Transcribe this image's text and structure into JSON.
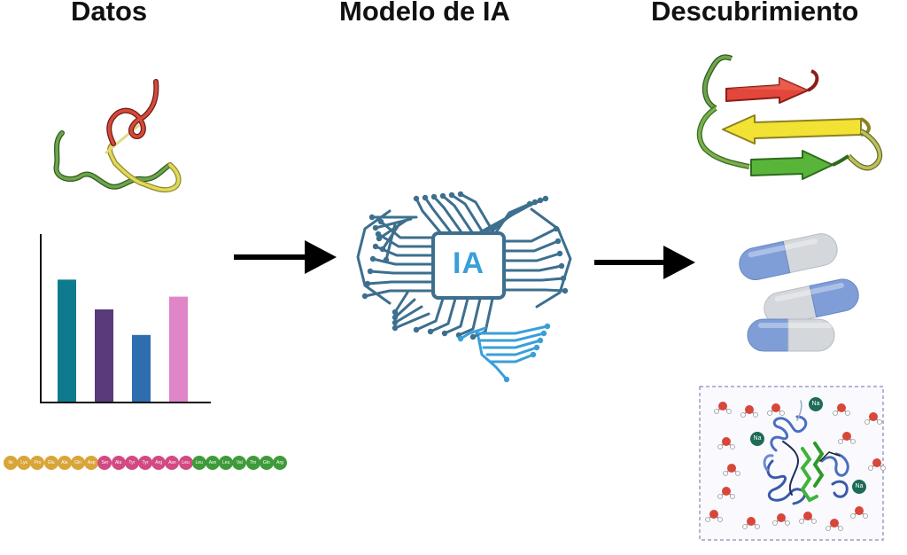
{
  "headings": {
    "data": "Datos",
    "model": "Modelo de IA",
    "discovery": "Descubrimiento"
  },
  "model_label": "IA",
  "bar_chart": {
    "values": [
      0.86,
      0.65,
      0.47,
      0.74
    ],
    "colors": [
      "#0e7a8e",
      "#5a3a7a",
      "#2e6db0",
      "#e085c8"
    ]
  },
  "peptide_sequence": [
    {
      "label": "Ile",
      "color": "#d9a53a"
    },
    {
      "label": "Lys",
      "color": "#d9a53a"
    },
    {
      "label": "Pro",
      "color": "#d9a53a"
    },
    {
      "label": "Glu",
      "color": "#d9a53a"
    },
    {
      "label": "Ala",
      "color": "#d9a53a"
    },
    {
      "label": "Gln",
      "color": "#d9a53a"
    },
    {
      "label": "Asp",
      "color": "#d9a53a"
    },
    {
      "label": "Ser",
      "color": "#d24a82"
    },
    {
      "label": "Ala",
      "color": "#d24a82"
    },
    {
      "label": "Tyr",
      "color": "#d24a82"
    },
    {
      "label": "Tyr",
      "color": "#d24a82"
    },
    {
      "label": "Arg",
      "color": "#d24a82"
    },
    {
      "label": "Asn",
      "color": "#d24a82"
    },
    {
      "label": "Leu",
      "color": "#d24a82"
    },
    {
      "label": "Leu",
      "color": "#3f9b3a"
    },
    {
      "label": "Asn",
      "color": "#3f9b3a"
    },
    {
      "label": "Leu",
      "color": "#3f9b3a"
    },
    {
      "label": "Val",
      "color": "#3f9b3a"
    },
    {
      "label": "Thr",
      "color": "#3f9b3a"
    },
    {
      "label": "Gln",
      "color": "#3f9b3a"
    },
    {
      "label": "Arg",
      "color": "#3f9b3a"
    }
  ],
  "solvation_box": {
    "ion_label": "Na"
  },
  "colors": {
    "circuit": "#3d6f8e",
    "circuit_light": "#3a9fd8",
    "capsule_blue": "#7f9ed8",
    "capsule_grey": "#d4d7dc",
    "arrow": "#000000"
  }
}
